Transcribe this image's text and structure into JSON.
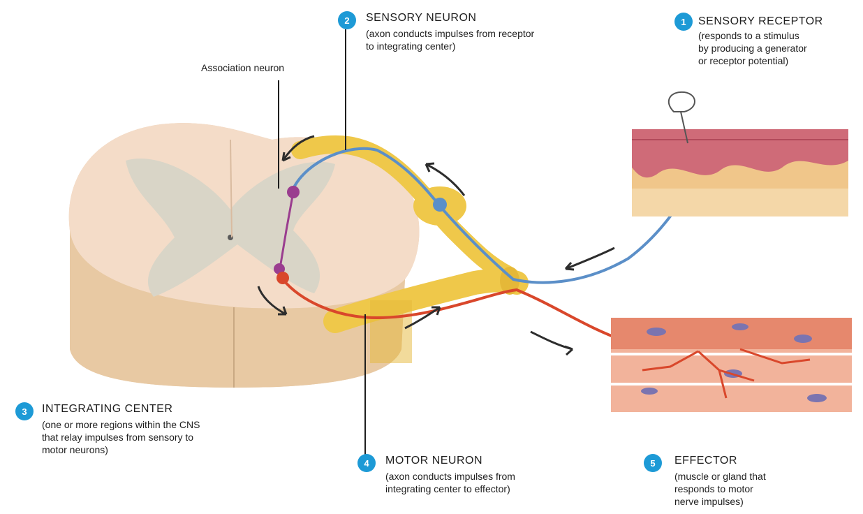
{
  "colors": {
    "badge": "#1d9ad6",
    "sensory_neuron": "#5b8fc8",
    "motor_neuron": "#d9472b",
    "association_neuron": "#9a3d8f",
    "nerve": "#efc84a",
    "spinal_cord": "#f1d9c6",
    "gray_matter": "#d6d3c8"
  },
  "association_label": "Association neuron",
  "steps": [
    {
      "number": "1",
      "title": "SENSORY RECEPTOR",
      "desc": [
        "(responds to a stimulus",
        "by producing a generator",
        "or receptor potential)"
      ]
    },
    {
      "number": "2",
      "title": "SENSORY NEURON",
      "desc": [
        "(axon conducts impulses from receptor",
        "to integrating center)"
      ]
    },
    {
      "number": "3",
      "title": "INTEGRATING CENTER",
      "desc": [
        "(one or more regions within the CNS",
        "that relay impulses from sensory to",
        "motor neurons)"
      ]
    },
    {
      "number": "4",
      "title": "MOTOR NEURON",
      "desc": [
        "(axon conducts impulses from",
        "integrating center to effector)"
      ]
    },
    {
      "number": "5",
      "title": "EFFECTOR",
      "desc": [
        "(muscle or gland that",
        "responds to motor",
        "nerve impulses)"
      ]
    }
  ]
}
